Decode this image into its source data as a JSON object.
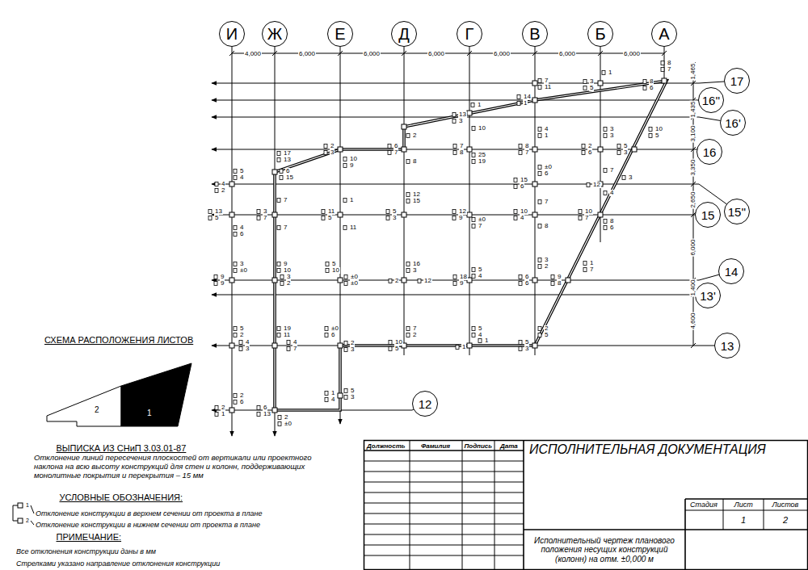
{
  "diagram": {
    "title": "ИСПОЛНИТЕЛЬНАЯ ДОКУМЕНТАЦИЯ",
    "nodes": [
      {
        "text": [
          "И"
        ]
      },
      {
        "text": [
          "Ж"
        ]
      },
      {
        "text": [
          "Е"
        ]
      },
      {
        "text": [
          "Д"
        ]
      },
      {
        "text": [
          "Г"
        ]
      },
      {
        "text": [
          "В"
        ]
      },
      {
        "text": [
          "Б"
        ]
      },
      {
        "text": [
          "А"
        ]
      },
      {
        "text": [
          "17"
        ]
      },
      {
        "text": [
          "16''"
        ]
      },
      {
        "text": [
          "16'"
        ]
      },
      {
        "text": [
          "16"
        ]
      },
      {
        "text": [
          "15''"
        ]
      },
      {
        "text": [
          "15"
        ]
      },
      {
        "text": [
          "14"
        ]
      },
      {
        "text": [
          "13'"
        ]
      },
      {
        "text": [
          "13"
        ]
      },
      {
        "text": [
          "12"
        ]
      }
    ],
    "labels": [
      "4,000",
      "6,000",
      "6,000",
      "6,000",
      "6,000",
      "6,000",
      "6,000",
      "1,465",
      "1,435",
      "3,100",
      "3,350",
      "2,650",
      "6,000",
      "1,400",
      "4,600",
      "СХЕМА РАСПОЛОЖЕНИЯ ЛИСТОВ",
      "2",
      "1",
      "ВЫПИСКА ИЗ СНиП 3.03.01-87",
      "Отклонение линий пересечения плоскостей от вертикали или проектного наклона на всю высоту конструкций для стен и колонн, поддерживающих монолитные покрытия и перекрытия – 15 мм",
      "УСЛОВНЫЕ ОБОЗНАЧЕНИЯ:",
      "1",
      "2",
      "ПРИМЕЧАНИЕ:",
      "Все отклонения конструкции даны в мм",
      "Стрелками указано направление отклонения конструкции",
      "Должность",
      "Фамилия",
      "Подпись",
      "Дата",
      "Стадия",
      "Лист",
      "Листов",
      "1",
      "2",
      "Исполнительный чертеж планового положения несущих конструкций (колонн) на отм. ±0,000 м",
      "8",
      "7",
      "8",
      "6",
      "3",
      "5",
      "1",
      "7",
      "11",
      "14",
      "1",
      "1",
      "13",
      "3",
      "10",
      "4",
      "1",
      "3",
      "3",
      "10",
      "5",
      "2",
      "17",
      "13",
      "2",
      "3",
      "10",
      "9",
      "6",
      "15",
      "6",
      "7",
      "8",
      "7",
      "8",
      "25",
      "19",
      "8",
      "7",
      "±0",
      "6",
      "2",
      "6",
      "7",
      "5",
      "3",
      "5",
      "4",
      "4",
      "2",
      "15",
      "6",
      "3",
      "12",
      "4",
      "13",
      "5",
      "4",
      "6",
      "3",
      "7",
      "7",
      "7",
      "11",
      "5",
      "1",
      "11",
      "12",
      "15",
      "5",
      "3",
      "12",
      "9",
      "±0",
      "7",
      "10",
      "4",
      "7",
      "8",
      "10",
      "7",
      "8",
      "6",
      "3",
      "±0",
      "9",
      "9",
      "9",
      "10",
      "3",
      "2",
      "5",
      "10",
      "±0",
      "±0",
      "16",
      "3",
      "2",
      "12",
      "5",
      "4",
      "18",
      "9",
      "3",
      "2",
      "6",
      "6",
      "9",
      "8",
      "1",
      "7",
      "5",
      "2",
      "4",
      "3",
      "19",
      "11",
      "4",
      "7",
      "±0",
      "6",
      "2",
      "3",
      "7",
      "2",
      "10",
      "5",
      "5",
      "4",
      "1",
      "1",
      "5",
      "3",
      "2",
      "5",
      "1",
      "4",
      "5",
      "3",
      "2",
      "6",
      "2",
      "1",
      "6",
      "13",
      "2",
      "±0"
    ],
    "legend": [
      {
        "text": "Отклонение конструкции в верхнем сечении от проекта в плане"
      },
      {
        "text": "Отклонение конструкции в нижнем сечении от проекта в плане"
      }
    ]
  }
}
